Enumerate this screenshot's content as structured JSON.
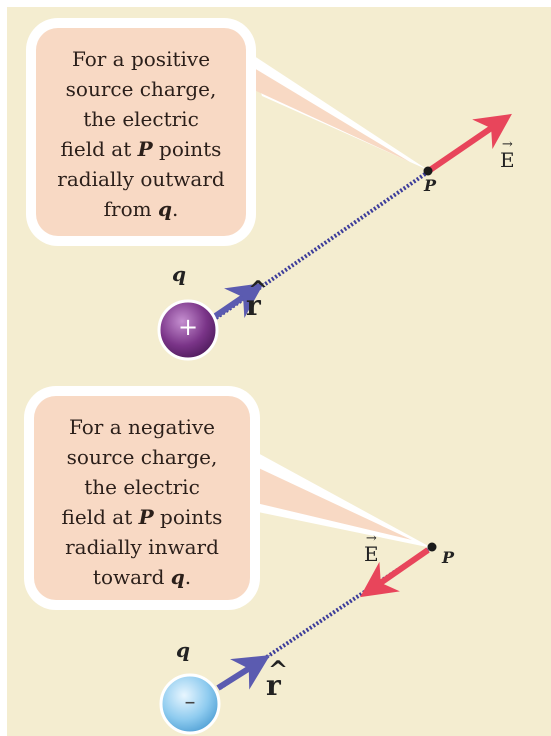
{
  "panels": [
    {
      "bubble_lines": [
        "For a positive",
        "source charge,",
        "the electric",
        "field at |P| points",
        "radially outward",
        "from |q|."
      ],
      "charge_symbol": "+",
      "charge_label": "q",
      "point_label": "P",
      "field_label": "E",
      "field_vector_mark": "→",
      "unit_vector_label": "r",
      "unit_vector_mark": "^",
      "charge_sign": "positive"
    },
    {
      "bubble_lines": [
        "For a negative",
        "source charge,",
        "the electric",
        "field at |P| points",
        "radially inward",
        "toward |q|."
      ],
      "charge_symbol": "–",
      "charge_label": "q",
      "point_label": "P",
      "field_label": "E",
      "field_vector_mark": "→",
      "unit_vector_label": "r",
      "unit_vector_mark": "^",
      "charge_sign": "negative"
    }
  ],
  "colors": {
    "background": "#f4edd0",
    "bubble_fill": "#f8d9c4",
    "field_arrow": "#e8455b",
    "unit_vector_arrow": "#5b5bb0",
    "dotted_line": "#3c3c9a",
    "positive_charge": "#6a2a78",
    "negative_charge": "#6fb4e0"
  }
}
